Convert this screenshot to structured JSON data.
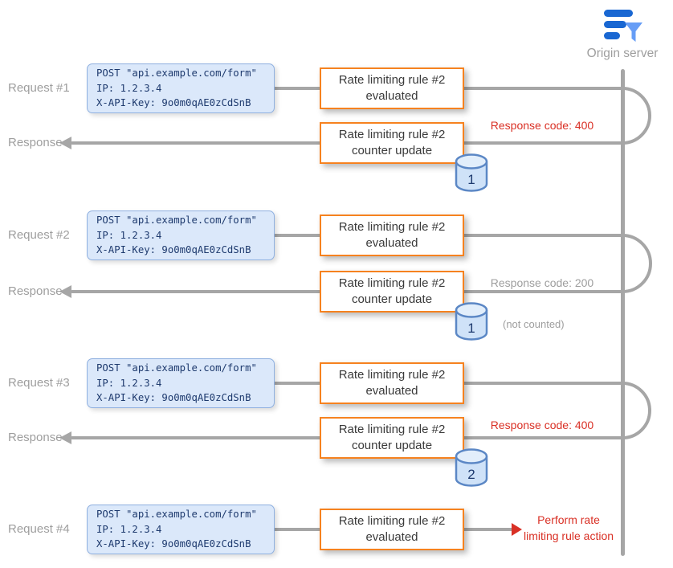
{
  "server": {
    "label": "Origin server"
  },
  "request_message": {
    "line1": "POST \"api.example.com/form\"",
    "line2": "IP: 1.2.3.4",
    "line3": "X-API-Key: 9o0m0qAE0zCdSnB"
  },
  "lane_labels": {
    "request1": "Request #1",
    "response1": "Response",
    "request2": "Request #2",
    "response2": "Response",
    "request3": "Request #3",
    "response3": "Response",
    "request4": "Request #4"
  },
  "rule_box": {
    "title": "Rate limiting rule #2",
    "evaluated": "evaluated",
    "counter_update": "counter update"
  },
  "counters": {
    "after_request1": "1",
    "after_request2": "1",
    "after_request3": "2"
  },
  "annotations": {
    "response1_code": "Response code: 400",
    "response2_code": "Response code: 200",
    "response2_note": "(not counted)",
    "response3_code": "Response code: 400",
    "final_action_line1": "Perform rate",
    "final_action_line2": "limiting rule action"
  },
  "colors": {
    "accent_orange": "#f6821f",
    "annotation_red": "#d93025",
    "line_gray": "#a6a6a6",
    "label_gray": "#9e9e9e",
    "request_box_fill": "#dbe8fa",
    "request_box_border": "#8fb0e0",
    "cylinder_fill": "#cfe2f8",
    "cylinder_border": "#5b87c5"
  }
}
